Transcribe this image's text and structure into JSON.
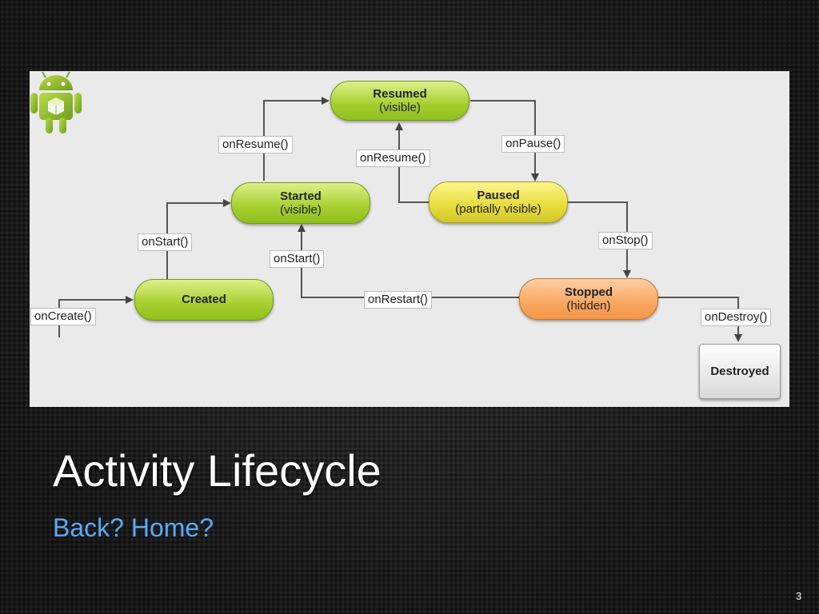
{
  "slide": {
    "title": "Activity Lifecycle",
    "subtitle": "Back? Home?",
    "page_number": "3"
  },
  "diagram": {
    "states": {
      "resumed": {
        "name": "Resumed",
        "sub": "(visible)",
        "color": "#a6cf2e"
      },
      "started": {
        "name": "Started",
        "sub": "(visible)",
        "color": "#a6cf2e"
      },
      "paused": {
        "name": "Paused",
        "sub": "(partially visible)",
        "color": "#e6dc3c"
      },
      "created": {
        "name": "Created",
        "color": "#a6cf2e"
      },
      "stopped": {
        "name": "Stopped",
        "sub": "(hidden)",
        "color": "#f9a760"
      },
      "destroyed": {
        "name": "Destroyed",
        "color": "#e0e0e0"
      }
    },
    "callbacks": {
      "on_create": "onCreate()",
      "on_start_created": "onStart()",
      "on_resume_started": "onResume()",
      "on_pause": "onPause()",
      "on_resume_paused": "onResume()",
      "on_stop": "onStop()",
      "on_start_restart": "onStart()",
      "on_restart": "onRestart()",
      "on_destroy": "onDestroy()"
    },
    "icon": "android-robot-icon"
  }
}
